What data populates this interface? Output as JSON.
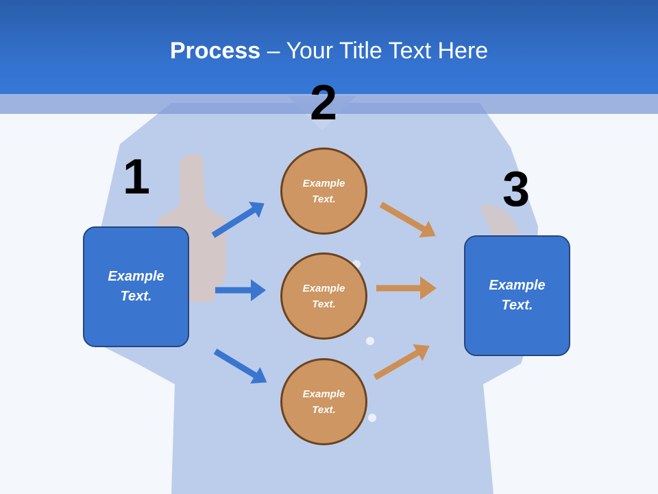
{
  "title": {
    "bold": "Process",
    "rest": " – Your Title Text Here"
  },
  "steps": {
    "one": "1",
    "two": "2",
    "three": "3"
  },
  "left_box": {
    "line1": "Example",
    "line2": "Text."
  },
  "right_box": {
    "line1": "Example",
    "line2": "Text."
  },
  "circles": [
    {
      "line1": "Example",
      "line2": "Text."
    },
    {
      "line1": "Example",
      "line2": "Text."
    },
    {
      "line1": "Example",
      "line2": "Text."
    }
  ],
  "colors": {
    "header": "#3473d0",
    "box": "#3a76cf",
    "circle": "#cd9663",
    "arrow_blue": "#3a76cf",
    "arrow_orange": "#cd8f55"
  }
}
